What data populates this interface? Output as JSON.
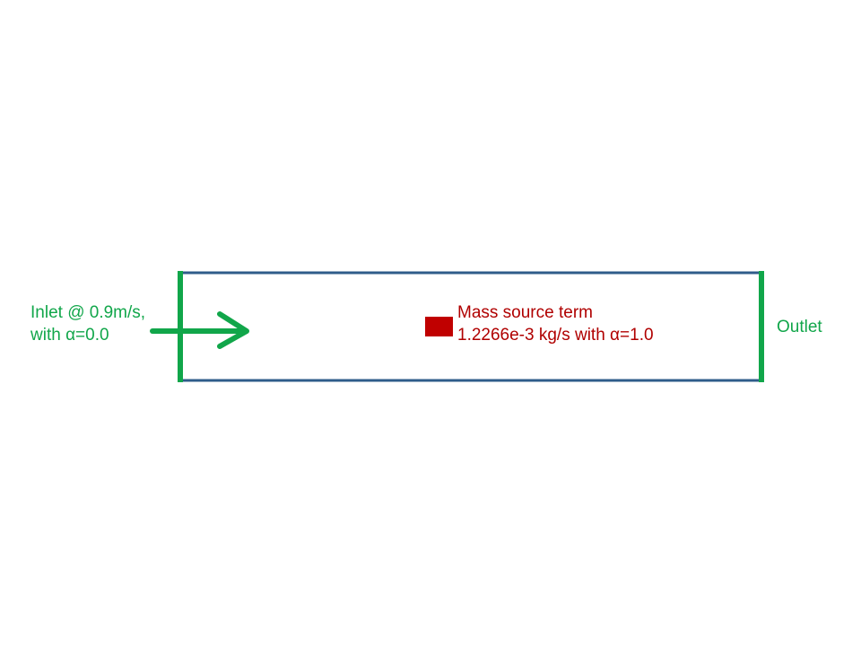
{
  "colors": {
    "domain_border": "#2f5c8a",
    "boundary_green": "#11a64a",
    "source_red": "#c00000"
  },
  "inlet": {
    "line1": "Inlet @ 0.9m/s,",
    "line2": "with α=0.0"
  },
  "mass_source": {
    "line1": "Mass source term",
    "line2": "1.2266e-3 kg/s with α=1.0"
  },
  "outlet": {
    "label": "Outlet"
  }
}
